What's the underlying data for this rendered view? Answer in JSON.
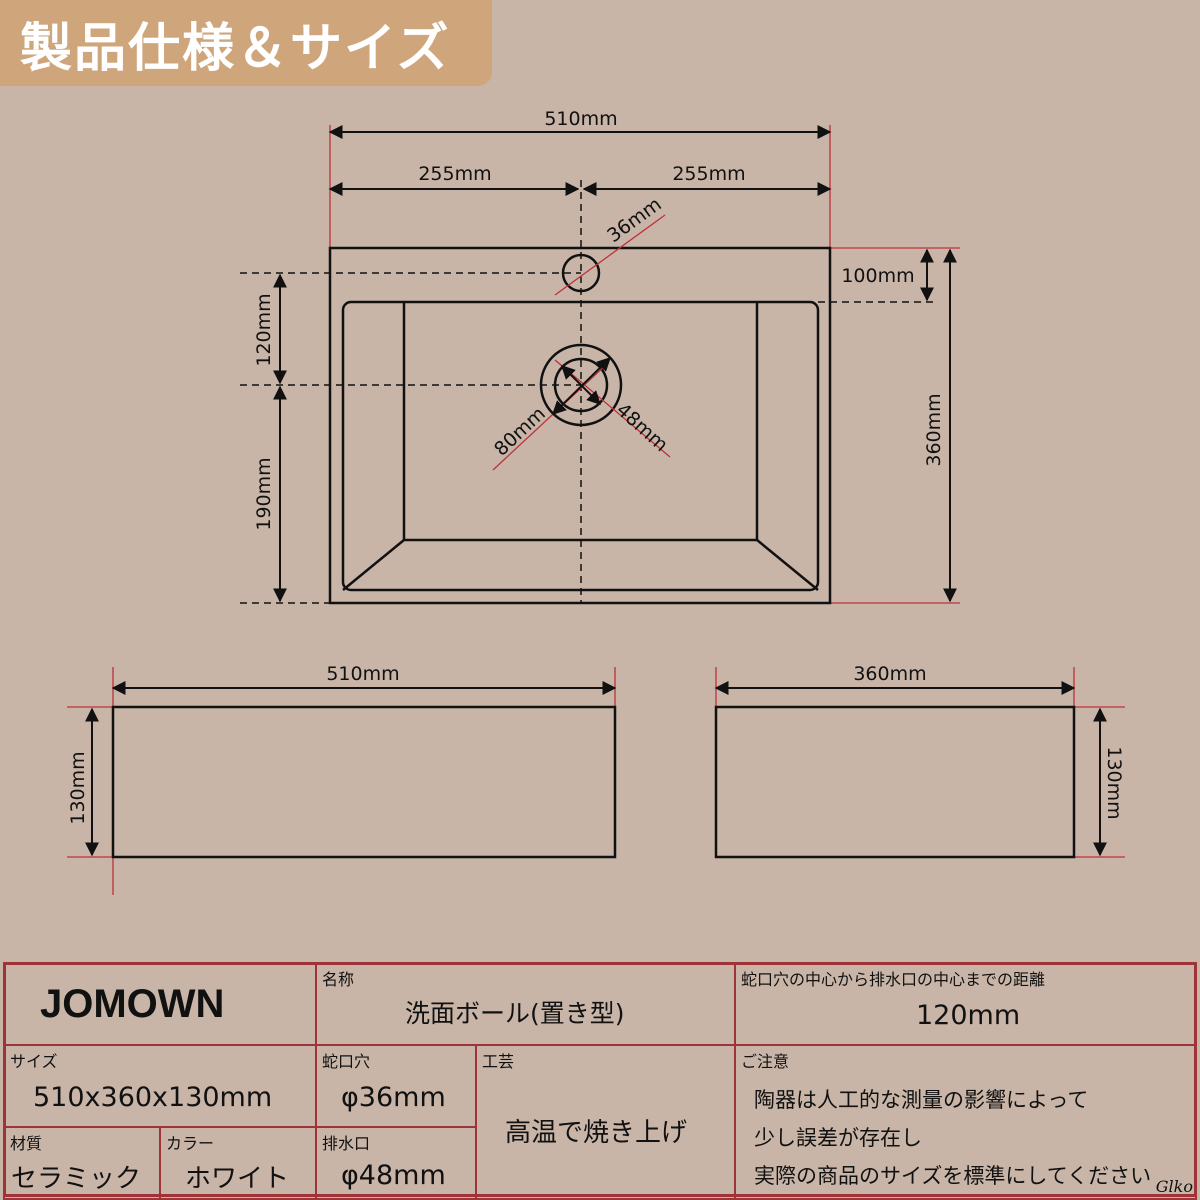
{
  "header": {
    "title": "製品仕様＆サイズ"
  },
  "top_view": {
    "total_width": "510mm",
    "half_left": "255mm",
    "half_right": "255mm",
    "faucet_hole": "36mm",
    "faucet_offset": "100mm",
    "depth": "360mm",
    "center_distance": "120mm",
    "drain_to_front": "190mm",
    "drain_outer": "80mm",
    "drain_inner": "48mm"
  },
  "front_view": {
    "width": "510mm",
    "height": "130mm"
  },
  "side_view": {
    "width": "360mm",
    "height": "130mm"
  },
  "spec_table": {
    "brand": "JOMOWN",
    "name_label": "名称",
    "name_value": "洗面ボール(置き型)",
    "distance_label": "蛇口穴の中心から排水口の中心までの距離",
    "distance_value": "120mm",
    "size_label": "サイズ",
    "size_value": "510x360x130mm",
    "faucet_label": "蛇口穴",
    "faucet_value": "φ36mm",
    "craft_label": "工芸",
    "craft_value": "高温で焼き上げ",
    "notice_label": "ご注意",
    "notice_lines": [
      "陶器は人工的な測量の影響によって",
      "少し誤差が存在し",
      "実際の商品のサイズを標準にしてください"
    ],
    "material_label": "材質",
    "material_value": "セラミック",
    "color_label": "カラー",
    "color_value": "ホワイト",
    "drain_label": "排水口",
    "drain_value": "φ48mm"
  },
  "signature": "Glko",
  "colors": {
    "background": "#c8b5a7",
    "title_bg": "#cfa57c",
    "table_border": "#9e3338",
    "guide_red": "#c0303a"
  }
}
